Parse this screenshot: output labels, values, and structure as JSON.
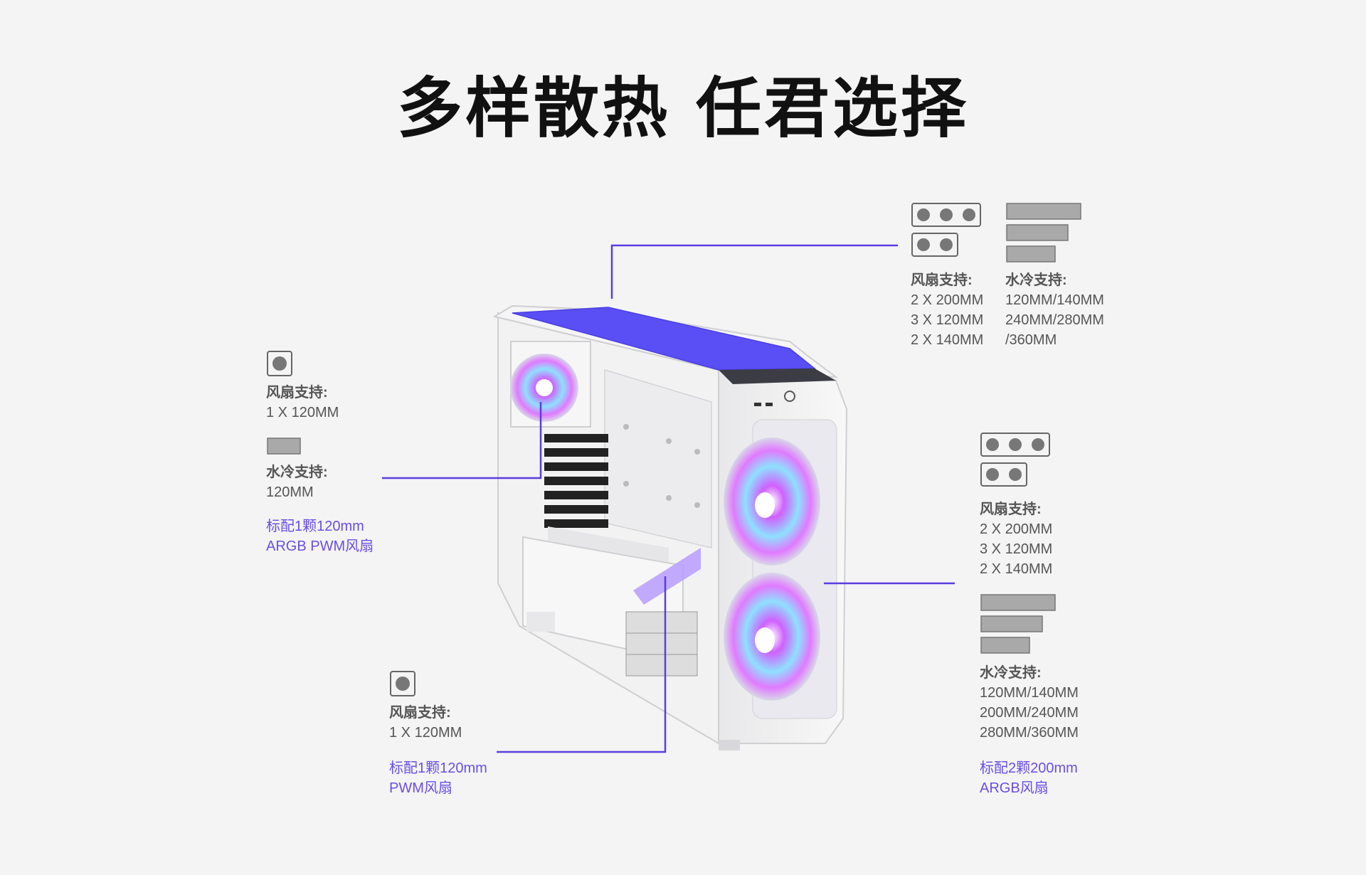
{
  "title": "多样散热 任君选择",
  "colors": {
    "accent": "#6b4ee6",
    "line": "#5b3de0",
    "text": "#555555",
    "title": "#111111",
    "background": "#f4f4f4"
  },
  "top": {
    "fan_label": "风扇支持:",
    "fan_specs": [
      "2 X 200MM",
      "3 X 120MM",
      "2 X 140MM"
    ],
    "water_label": "水冷支持:",
    "water_specs": [
      "120MM/140MM",
      "240MM/280MM",
      "/360MM"
    ]
  },
  "rear": {
    "fan_label": "风扇支持:",
    "fan_spec": "1 X 120MM",
    "water_label": "水冷支持:",
    "water_spec": "120MM",
    "included": [
      "标配1颗120mm",
      "ARGB PWM风扇"
    ]
  },
  "bottom": {
    "fan_label": "风扇支持:",
    "fan_spec": "1 X 120MM",
    "included": [
      "标配1颗120mm",
      "PWM风扇"
    ]
  },
  "front": {
    "fan_label": "风扇支持:",
    "fan_specs": [
      "2 X 200MM",
      "3 X 120MM",
      "2 X 140MM"
    ],
    "water_label": "水冷支持:",
    "water_specs": [
      "120MM/140MM",
      "200MM/240MM",
      "280MM/360MM"
    ],
    "included": [
      "标配2颗200mm",
      "ARGB风扇"
    ]
  },
  "icons": [
    "fan-icon",
    "radiator-icon"
  ]
}
